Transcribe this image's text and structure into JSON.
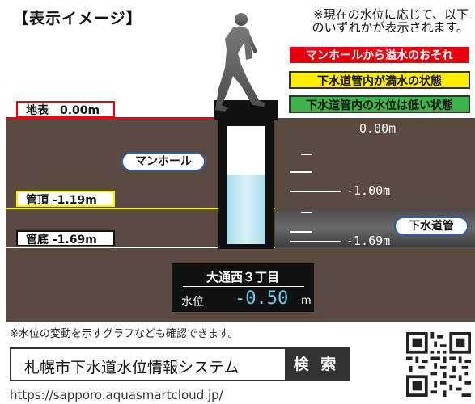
{
  "header": {
    "title": "【表示イメージ】",
    "note_line1": "※現在の水位に応じて、以下",
    "note_line2": "のいずれかが表示されます。"
  },
  "legend": {
    "overflow": "マンホールから溢水のおそれ",
    "full": "下水道管内が満水の状態",
    "low": "下水道管内の水位は低い状態"
  },
  "diagram": {
    "surface_label": "地表　0.00m",
    "pipe_top_label": "管頂 -1.19m",
    "pipe_bottom_label": "管底 -1.69m",
    "manhole_label": "マンホール",
    "sewer_label": "下水道管",
    "scale_0": "0.00m",
    "scale_1": "-1.00m",
    "scale_2": "-1.69m"
  },
  "station": {
    "name": "大通西３丁目",
    "level_label": "水位",
    "level_value": "-0.50",
    "unit": "m"
  },
  "footer": {
    "note": "※水位の変動を示すグラフなども確認できます。",
    "search_text": "札幌市下水道水位情報システム",
    "search_button": "検 索",
    "url": "https://sapporo.aquasmartcloud.jp/"
  },
  "colors": {
    "alert_red": "#e60012",
    "alert_yellow": "#ffee00",
    "alert_green": "#3eb34a",
    "ground": "#5a4a3f",
    "water": "#a8dbe8",
    "level_value": "#63d1ea"
  },
  "icons": {
    "walker": "person-walking-icon",
    "qr": "qr-code-icon"
  }
}
